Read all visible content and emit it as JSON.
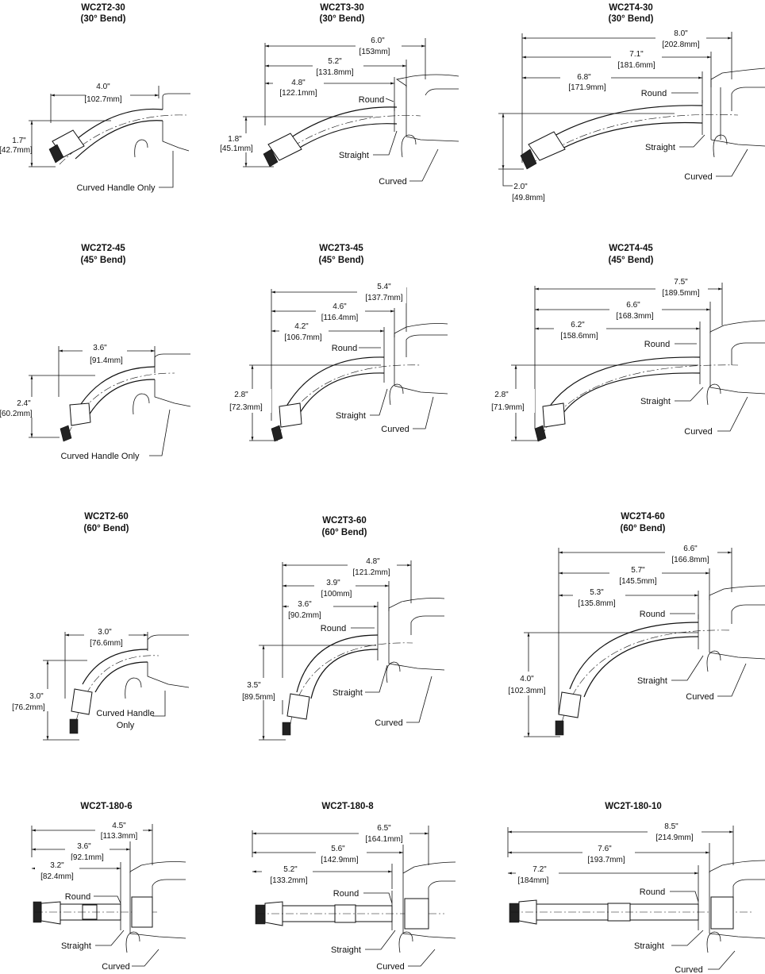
{
  "diagrams": [
    {
      "key": "wc2t2_30",
      "title": "WC2T2-30",
      "subtitle": "(30° Bend)",
      "dims": [
        "4.0\"",
        "[102.7mm]",
        "1.7\"",
        "[42.7mm]"
      ],
      "labels": [
        "Curved Handle Only"
      ]
    },
    {
      "key": "wc2t3_30",
      "title": "WC2T3-30",
      "subtitle": "(30° Bend)",
      "dims": [
        "6.0\"",
        "[153mm]",
        "5.2\"",
        "[131.8mm]",
        "4.8\"",
        "[122.1mm]",
        "1.8\"",
        "[45.1mm]"
      ],
      "labels": [
        "Round",
        "Straight",
        "Curved"
      ]
    },
    {
      "key": "wc2t4_30",
      "title": "WC2T4-30",
      "subtitle": "(30° Bend)",
      "dims": [
        "8.0\"",
        "[202.8mm]",
        "7.1\"",
        "[181.6mm]",
        "6.8\"",
        "[171.9mm]",
        "2.0\"",
        "[49.8mm]"
      ],
      "labels": [
        "Round",
        "Straight",
        "Curved"
      ]
    },
    {
      "key": "wc2t2_45",
      "title": "WC2T2-45",
      "subtitle": "(45° Bend)",
      "dims": [
        "3.6\"",
        "[91.4mm]",
        "2.4\"",
        "[60.2mm]"
      ],
      "labels": [
        "Curved Handle Only"
      ]
    },
    {
      "key": "wc2t3_45",
      "title": "WC2T3-45",
      "subtitle": "(45° Bend)",
      "dims": [
        "5.4\"",
        "[137.7mm]",
        "4.6\"",
        "[116.4mm]",
        "4.2\"",
        "[106.7mm]",
        "2.8\"",
        "[72.3mm]"
      ],
      "labels": [
        "Round",
        "Straight",
        "Curved"
      ]
    },
    {
      "key": "wc2t4_45",
      "title": "WC2T4-45",
      "subtitle": "(45° Bend)",
      "dims": [
        "7.5\"",
        "[189.5mm]",
        "6.6\"",
        "[168.3mm]",
        "6.2\"",
        "[158.6mm]",
        "2.8\"",
        "[71.9mm]"
      ],
      "labels": [
        "Round",
        "Straight",
        "Curved"
      ]
    },
    {
      "key": "wc2t2_60",
      "title": "WC2T2-60",
      "subtitle": "(60° Bend)",
      "dims": [
        "3.0\"",
        "[76.6mm]",
        "3.0\"",
        "[76.2mm]"
      ],
      "labels": [
        "Curved Handle",
        "Only"
      ]
    },
    {
      "key": "wc2t3_60",
      "title": "WC2T3-60",
      "subtitle": "(60° Bend)",
      "dims": [
        "4.8\"",
        "[121.2mm]",
        "3.9\"",
        "[100mm]",
        "3.6\"",
        "[90.2mm]",
        "3.5\"",
        "[89.5mm]"
      ],
      "labels": [
        "Round",
        "Straight",
        "Curved"
      ]
    },
    {
      "key": "wc2t4_60",
      "title": "WC2T4-60",
      "subtitle": "(60° Bend)",
      "dims": [
        "6.6\"",
        "[166.8mm]",
        "5.7\"",
        "[145.5mm]",
        "5.3\"",
        "[135.8mm]",
        "4.0\"",
        "[102.3mm]"
      ],
      "labels": [
        "Round",
        "Straight",
        "Curved"
      ]
    },
    {
      "key": "wc2t_180_6",
      "title": "WC2T-180-6",
      "subtitle": "",
      "dims": [
        "4.5\"",
        "[113.3mm]",
        "3.6\"",
        "[92.1mm]",
        "3.2\"",
        "[82.4mm]"
      ],
      "labels": [
        "Round",
        "Straight",
        "Curved"
      ]
    },
    {
      "key": "wc2t_180_8",
      "title": "WC2T-180-8",
      "subtitle": "",
      "dims": [
        "6.5\"",
        "[164.1mm]",
        "5.6\"",
        "[142.9mm]",
        "5.2\"",
        "[133.2mm]"
      ],
      "labels": [
        "Round",
        "Straight",
        "Curved"
      ]
    },
    {
      "key": "wc2t_180_10",
      "title": "WC2T-180-10",
      "subtitle": "",
      "dims": [
        "8.5\"",
        "[214.9mm]",
        "7.6\"",
        "[193.7mm]",
        "7.2\"",
        "[184mm]"
      ],
      "labels": [
        "Round",
        "Straight",
        "Curved"
      ]
    }
  ]
}
